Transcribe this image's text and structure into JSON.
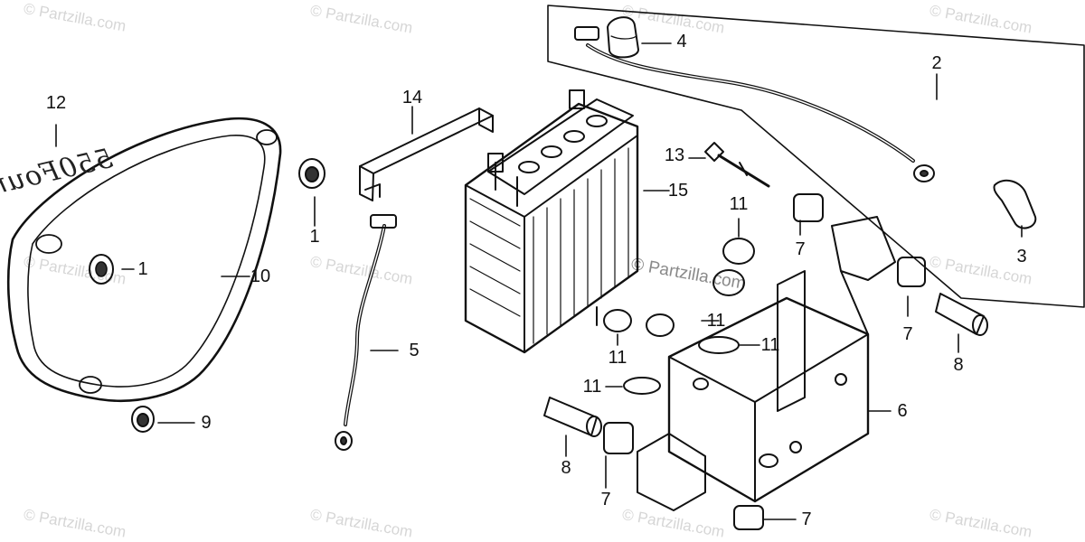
{
  "watermark": {
    "text": "© Partzilla.com",
    "center_text": "© Partzilla.com"
  },
  "emblem": {
    "text": "550Four"
  },
  "callouts": [
    {
      "id": "c12",
      "text": "12"
    },
    {
      "id": "c14",
      "text": "14"
    },
    {
      "id": "c4",
      "text": "4"
    },
    {
      "id": "c2",
      "text": "2"
    },
    {
      "id": "c13",
      "text": "13"
    },
    {
      "id": "c15",
      "text": "15"
    },
    {
      "id": "c11a",
      "text": "11"
    },
    {
      "id": "c7a",
      "text": "7"
    },
    {
      "id": "c3",
      "text": "3"
    },
    {
      "id": "c1a",
      "text": "1"
    },
    {
      "id": "c1b",
      "text": "1"
    },
    {
      "id": "c10",
      "text": "10"
    },
    {
      "id": "c5",
      "text": "5"
    },
    {
      "id": "c11b",
      "text": "11"
    },
    {
      "id": "c11c",
      "text": "11"
    },
    {
      "id": "c11d",
      "text": "11"
    },
    {
      "id": "c11e",
      "text": "11"
    },
    {
      "id": "c7b",
      "text": "7"
    },
    {
      "id": "c8a",
      "text": "8"
    },
    {
      "id": "c6",
      "text": "6"
    },
    {
      "id": "c9",
      "text": "9"
    },
    {
      "id": "c8b",
      "text": "8"
    },
    {
      "id": "c7c",
      "text": "7"
    },
    {
      "id": "c7d",
      "text": "7"
    }
  ]
}
